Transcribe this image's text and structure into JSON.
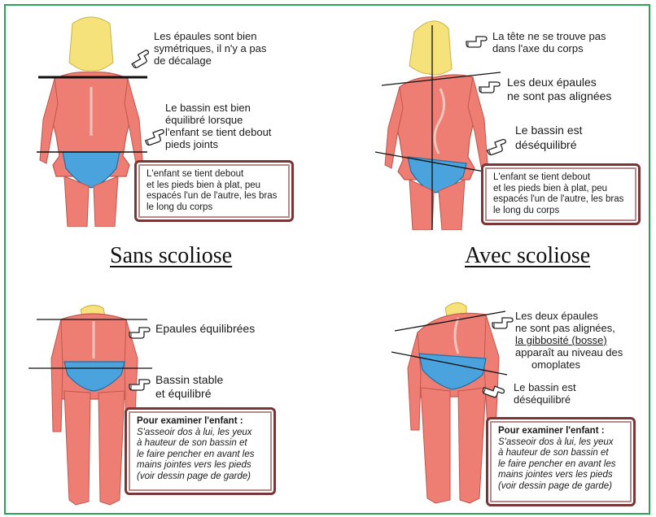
{
  "colors": {
    "frame": "#2ea15a",
    "skin": "#ee7e74",
    "skin_dark": "#d0625a",
    "hair": "#f6e27a",
    "brief": "#4aa3dc",
    "box_border": "#7a3636"
  },
  "headings": {
    "left": "Sans scoliose",
    "right": "Avec scoliose"
  },
  "top_left": {
    "shoulders": [
      "Les épaules sont bien",
      "symétriques, il n'y a pas",
      "de décalage"
    ],
    "pelvis": [
      "Le bassin est bien",
      "équilibré lorsque",
      "l'enfant se tient debout",
      "pieds joints"
    ],
    "box": [
      "L'enfant se tient debout",
      "et les pieds bien à plat, peu",
      "espacés l'un de l'autre, les bras",
      "le long du corps"
    ]
  },
  "top_right": {
    "head": [
      "La tête ne se trouve pas",
      "dans l'axe du corps"
    ],
    "shoulders": [
      "Les deux épaules",
      "ne sont pas alignées"
    ],
    "pelvis": [
      "Le bassin est",
      "déséquilibré"
    ],
    "box": [
      "L'enfant se tient debout",
      "et les pieds bien à plat, peu",
      "espacés l'un de l'autre, les bras",
      "le long du corps"
    ]
  },
  "bottom_left": {
    "shoulders": "Epaules équilibrées",
    "pelvis": [
      "Bassin stable",
      "et équilibré"
    ],
    "box_title": "Pour examiner l'enfant :",
    "box": [
      "S'asseoir dos à lui, les yeux",
      "à hauteur de son bassin et",
      "le faire pencher en avant les",
      "mains jointes vers les pieds",
      "(voir dessin page de garde)"
    ]
  },
  "bottom_right": {
    "shoulders": [
      "Les deux épaules",
      "ne sont pas alignées,"
    ],
    "gibbosity": "la gibbosité (bosse)",
    "gibbosity_rest": [
      "apparaît au niveau des",
      "omoplates"
    ],
    "pelvis": [
      "Le bassin est",
      "déséquilibré"
    ],
    "box_title": "Pour examiner l'enfant :",
    "box": [
      "S'asseoir dos à lui, les yeux",
      "à hauteur de son bassin et",
      "le faire pencher en avant les",
      "mains jointes vers les pieds",
      "(voir dessin page de garde)"
    ]
  }
}
